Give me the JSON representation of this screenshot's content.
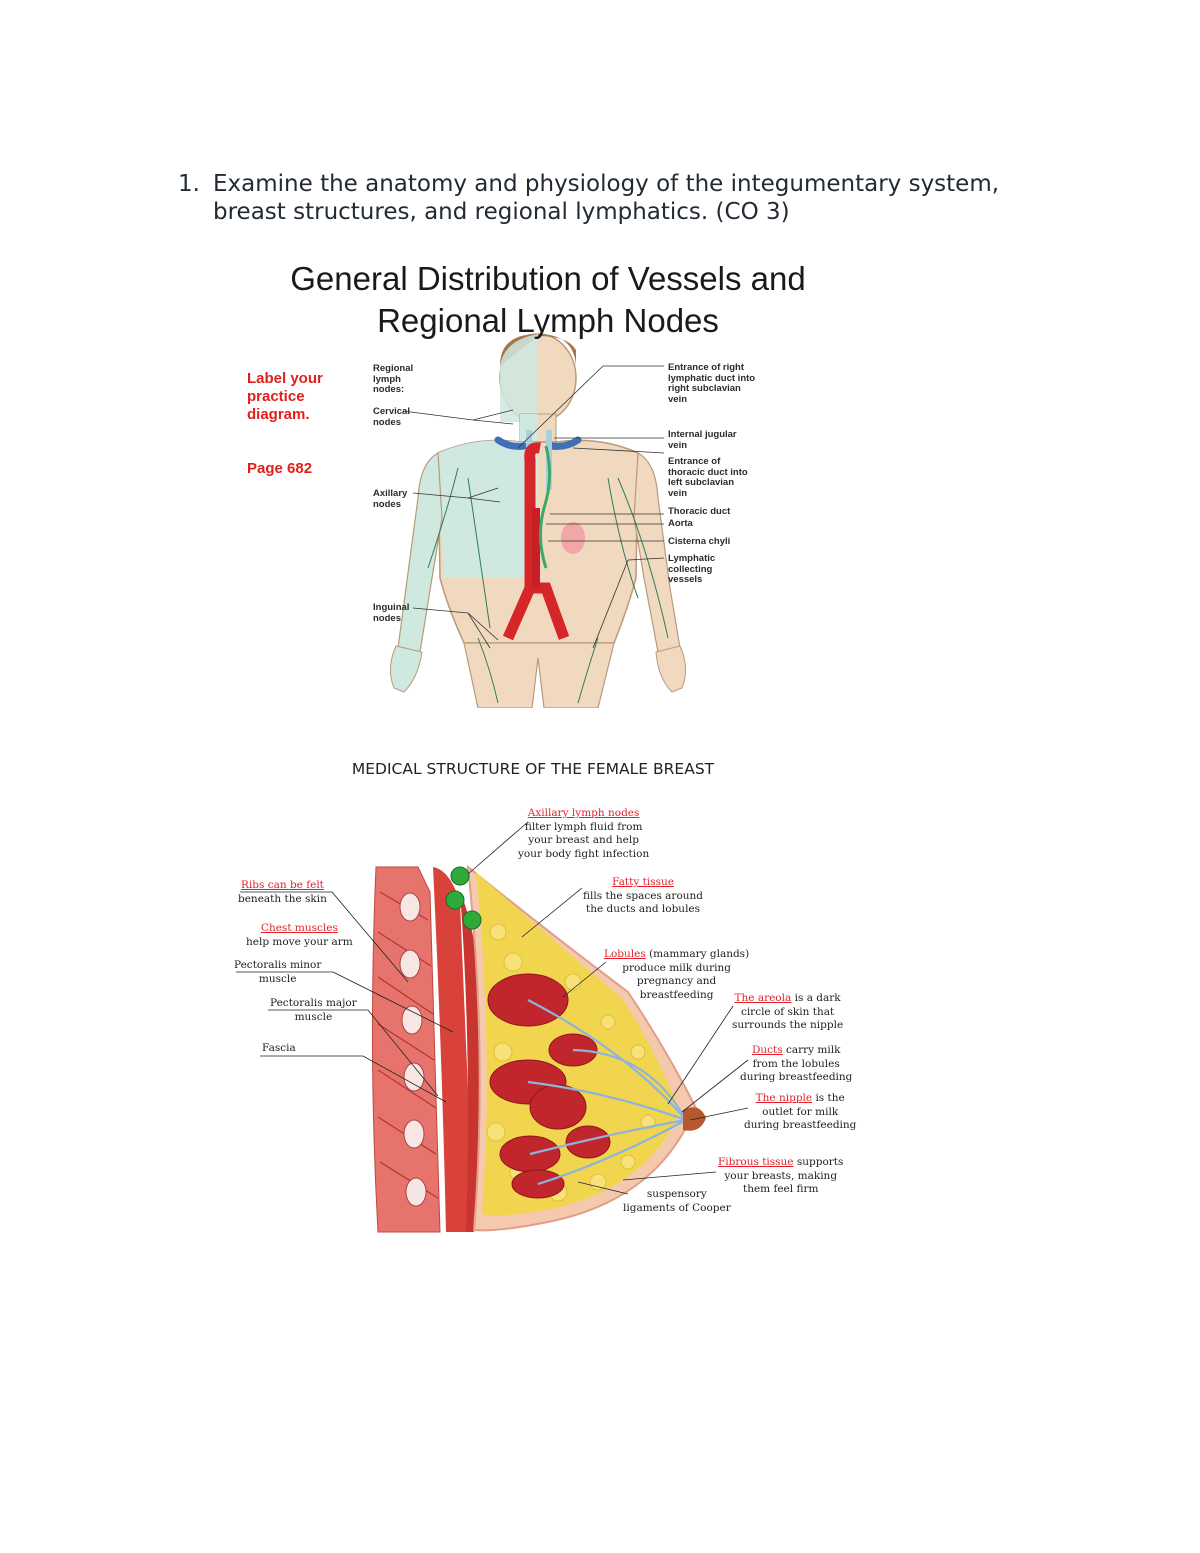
{
  "question": {
    "number": "1.",
    "text": "Examine the anatomy and physiology of the integumentary system, breast structures, and regional lymphatics. (CO 3)"
  },
  "lymph_figure": {
    "title_line1": "General Distribution of Vessels and",
    "title_line2": "Regional Lymph Nodes",
    "note": "Label your practice diagram.",
    "page": "Page 682",
    "labels": {
      "regional": "Regional lymph nodes:",
      "cervical": "Cervical nodes",
      "axillary": "Axillary nodes",
      "inguinal": "Inguinal nodes",
      "entrance_right": "Entrance of right lymphatic duct into right subclavian vein",
      "internal_jugular": "Internal jugular vein",
      "entrance_thoracic": "Entrance of thoracic duct into left subclavian vein",
      "thoracic_duct": "Thoracic duct",
      "aorta": "Aorta",
      "cisterna": "Cisterna chyli",
      "collecting": "Lymphatic collecting vessels"
    }
  },
  "breast_figure": {
    "title": "MEDICAL STRUCTURE OF THE FEMALE BREAST",
    "labels": {
      "axillary_red": "Axillary lymph nodes",
      "axillary_desc1": "filter lymph fluid  from",
      "axillary_desc2": "your breast and help",
      "axillary_desc3": "your body fight infection",
      "ribs_red": "Ribs can be felt",
      "ribs_desc": "beneath the skin",
      "chest_red": "Chest muscles",
      "chest_desc": "help move your arm",
      "pec_minor1": "Pectoralis minor",
      "pec_minor2": "muscle",
      "pec_major1": "Pectoralis major",
      "pec_major2": "muscle",
      "fascia": "Fascia",
      "fatty_red": "Fatty tissue",
      "fatty_desc1": "fills the spaces around",
      "fatty_desc2": "the ducts and lobules",
      "lobules_red": "Lobules",
      "lobules_rest": " (mammary glands)",
      "lobules_desc1": "produce milk during",
      "lobules_desc2": "pregnancy and",
      "lobules_desc3": "breastfeeding",
      "areola_red": "The areola",
      "areola_rest": " is a dark",
      "areola_desc1": "circle of skin that",
      "areola_desc2": "surrounds the nipple",
      "ducts_red": "Ducts",
      "ducts_rest": " carry milk",
      "ducts_desc1": "from the lobules",
      "ducts_desc2": "during breastfeeding",
      "nipple_red": "The nipple",
      "nipple_rest": " is the",
      "nipple_desc1": "outlet for milk",
      "nipple_desc2": "during breastfeeding",
      "fibrous_red": "Fibrous tissue",
      "fibrous_rest": " supports",
      "fibrous_desc1": "your breasts, making",
      "fibrous_desc2": "them feel firm",
      "cooper1": "suspensory",
      "cooper2": "ligaments of Cooper"
    }
  }
}
